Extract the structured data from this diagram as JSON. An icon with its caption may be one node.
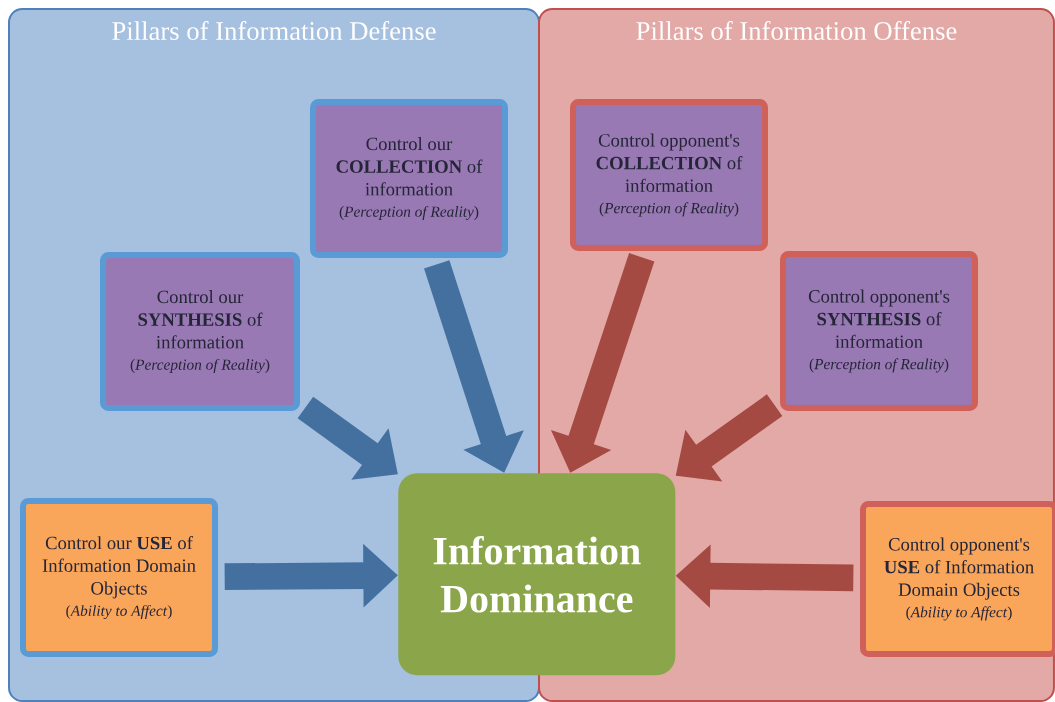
{
  "diagram": {
    "nodes": [
      {
        "text": [
          "Pillars of Information Defense"
        ]
      },
      {
        "text": [
          "Pillars of Information Offense"
        ]
      },
      {
        "text": [
          "Control our **COLLECTION** of information",
          "(*Perception of Reality*)"
        ],
        "in": 0
      },
      {
        "text": [
          "Control our **SYNTHESIS** of information",
          "(*Perception of Reality*)"
        ],
        "in": 0
      },
      {
        "text": [
          "Control our **USE** of Information Domain Objects",
          "(*Ability to Affect*)"
        ],
        "in": 0
      },
      {
        "text": [
          "Information Dominance"
        ]
      },
      {
        "text": [
          "Control opponent's **COLLECTION** of information",
          "(*Perception of Reality*)"
        ],
        "in": 1
      },
      {
        "text": [
          "Control opponent's **SYNTHESIS** of information",
          "(*Perception of Reality*)"
        ],
        "in": 1
      },
      {
        "text": [
          "Control opponent's **USE** of Information Domain Objects",
          "(*Ability to Affect*)"
        ],
        "in": 1
      }
    ],
    "edges": [
      {
        "from": 2,
        "to": 5,
        "arrow": "to",
        "color": "#44709f"
      },
      {
        "from": 3,
        "to": 5,
        "arrow": "to",
        "color": "#44709f"
      },
      {
        "from": 4,
        "to": 5,
        "arrow": "to",
        "color": "#44709f"
      },
      {
        "from": 6,
        "to": 5,
        "arrow": "to",
        "color": "#a54a42"
      },
      {
        "from": 7,
        "to": 5,
        "arrow": "to",
        "color": "#a54a42"
      },
      {
        "from": 8,
        "to": 5,
        "arrow": "to",
        "color": "#a54a42"
      }
    ]
  }
}
